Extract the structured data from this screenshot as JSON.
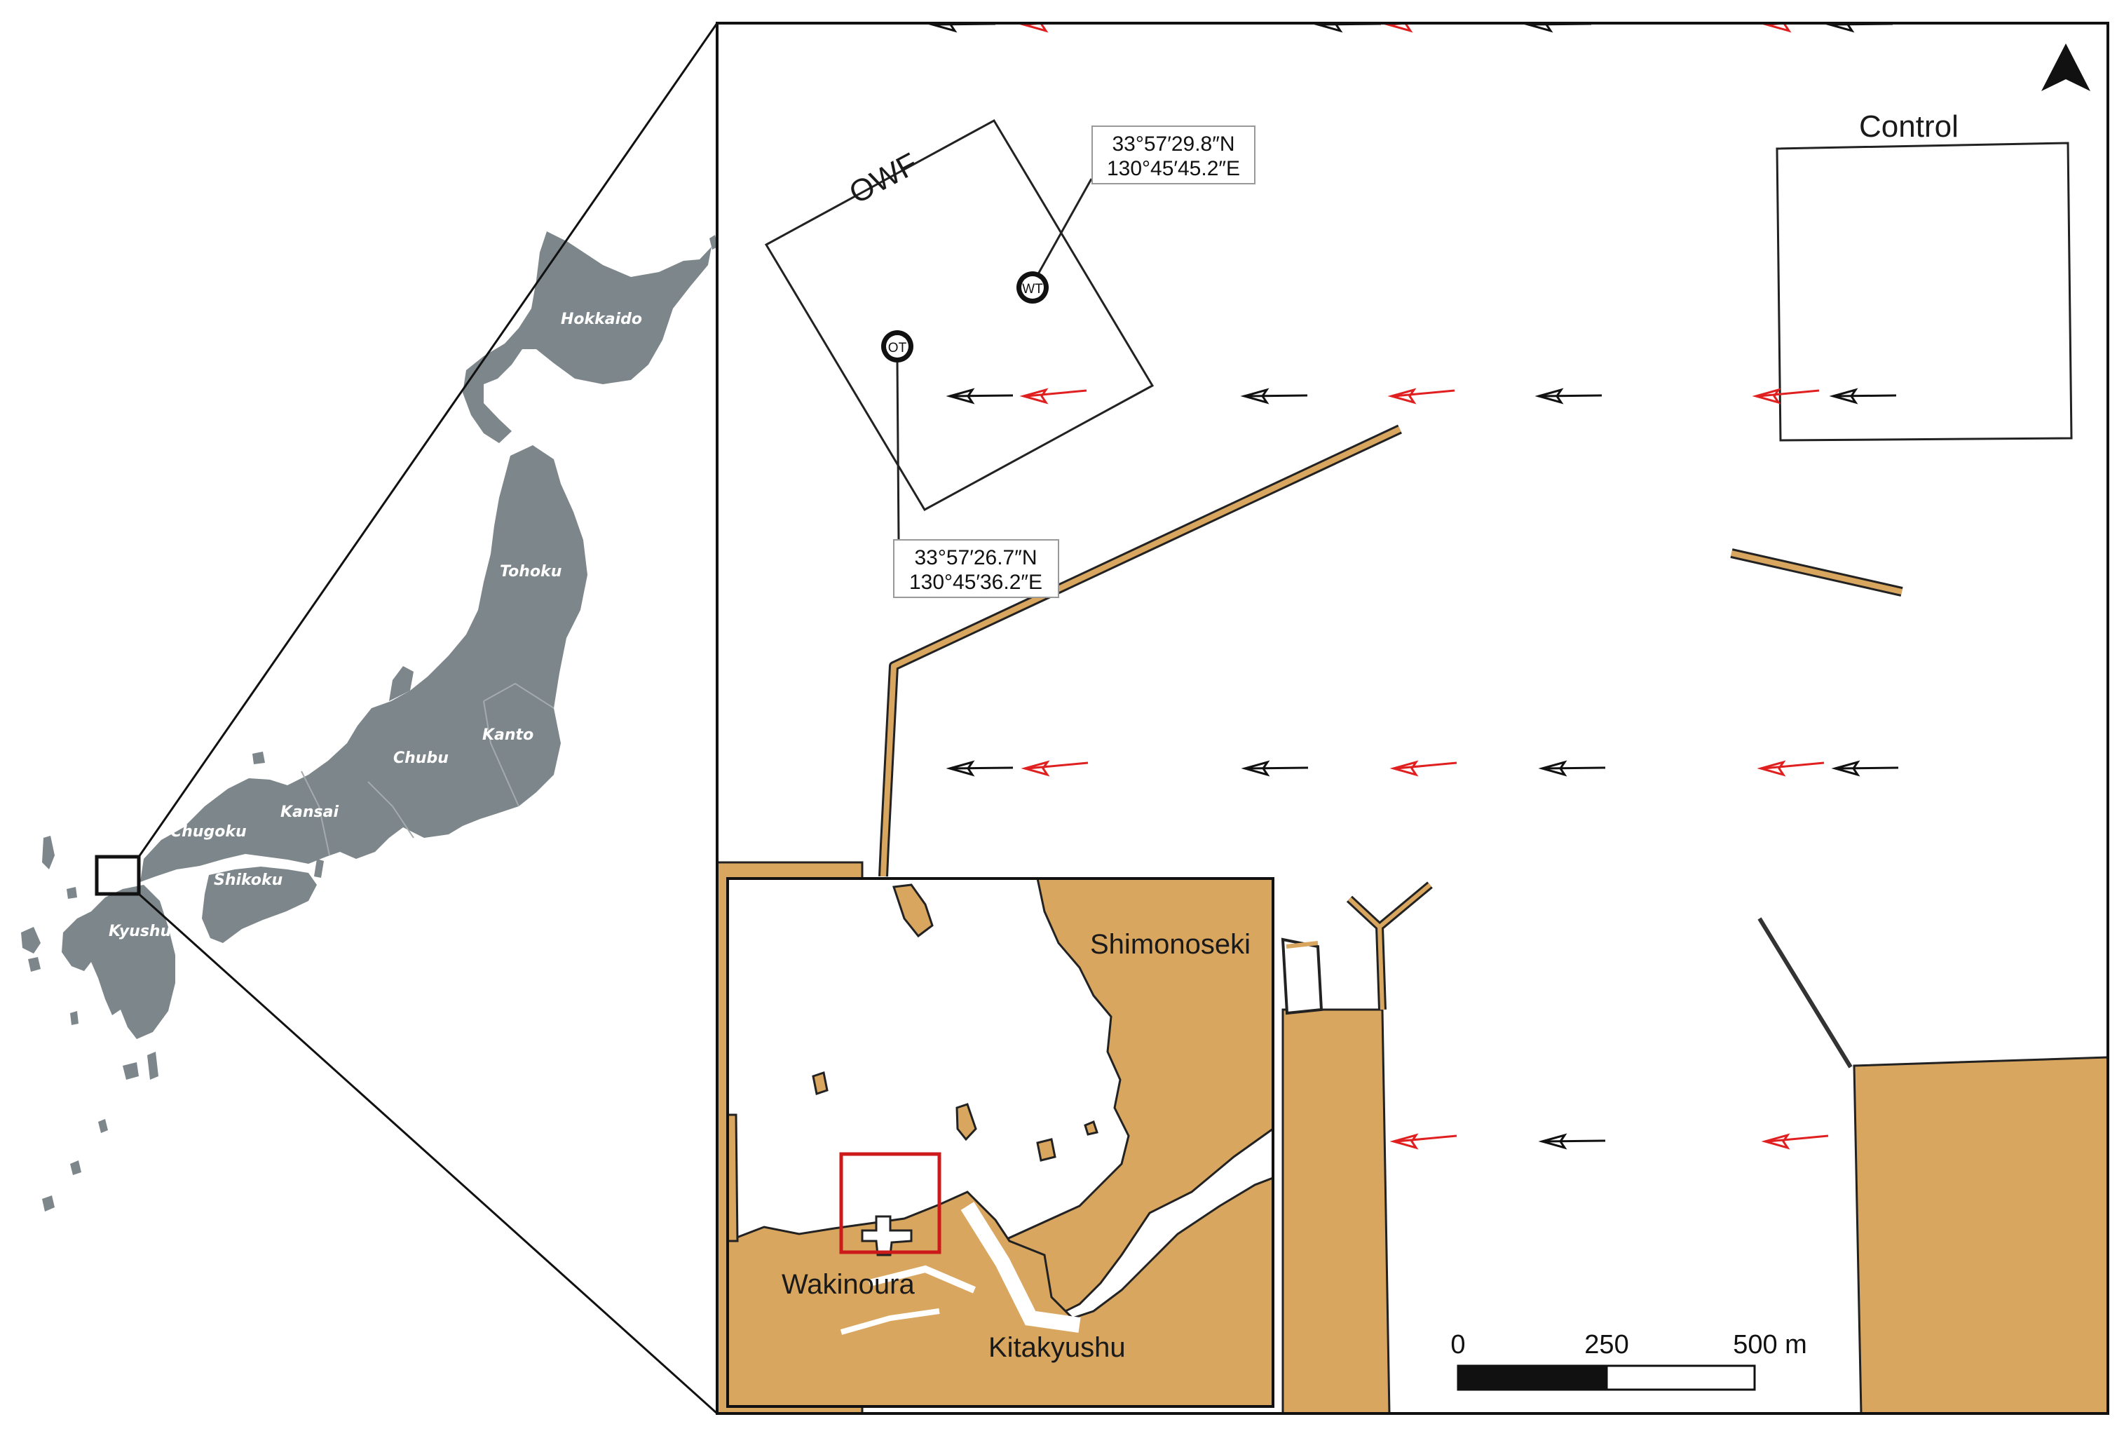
{
  "colors": {
    "japan_land": "#7d868a",
    "land": "#d9a65f",
    "land_stroke": "#222222",
    "arrow_red": "#e02020",
    "arrow_black": "#111111",
    "inset_box": "#cc1a1a"
  },
  "japan": {
    "regions": [
      "Hokkaido",
      "Tohoku",
      "Kanto",
      "Chubu",
      "Kansai",
      "Chugoku",
      "Shikoku",
      "Kyushu"
    ]
  },
  "main_map": {
    "north_arrow_icon": "north-arrow-icon",
    "owf": {
      "label": "OWF"
    },
    "control": {
      "label": "Control"
    },
    "wt": {
      "label": "WT",
      "coord_lat": "33°57′29.8″N",
      "coord_lon": "130°45′45.2″E"
    },
    "ot": {
      "label": "OT",
      "coord_lat": "33°57′26.7″N",
      "coord_lon": "130°45′36.2″E"
    },
    "scale": {
      "labels": [
        "0",
        "250",
        "500 m"
      ]
    }
  },
  "inset": {
    "places": [
      "Shimonoseki",
      "Wakinoura",
      "Kitakyushu"
    ]
  }
}
